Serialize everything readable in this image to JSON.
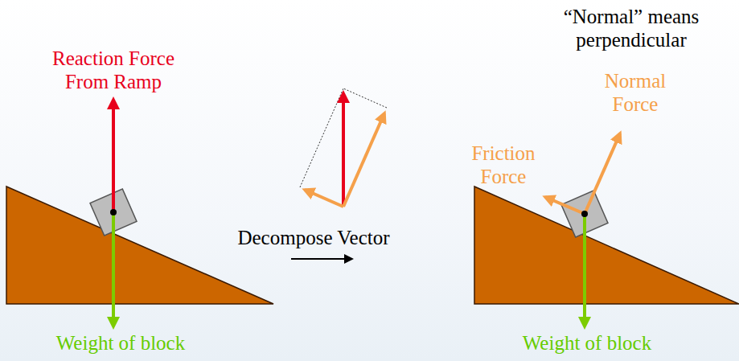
{
  "diagram": {
    "labels": [
      "Reaction Force From Ramp",
      "Weight of block",
      "Decompose Vector",
      "“Normal” means perpendicular",
      "Normal Force",
      "Friction Force",
      "Weight of block"
    ]
  }
}
